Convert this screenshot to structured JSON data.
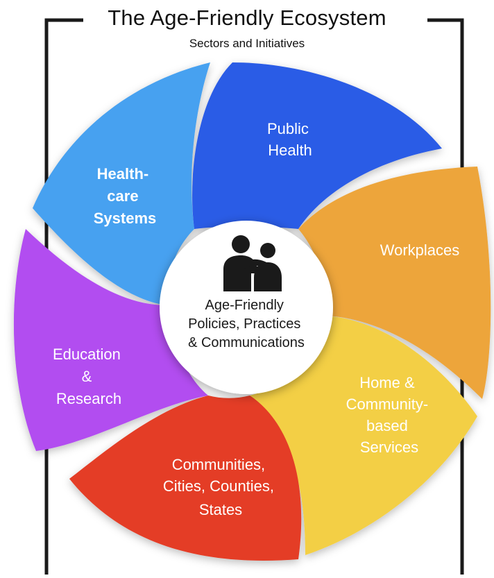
{
  "title": "The Age-Friendly Ecosystem",
  "subtitle": "Sectors and Initiatives",
  "center": {
    "lines": [
      "Age-Friendly",
      "Policies, Practices",
      "& Communications"
    ],
    "icon": "two-people-embracing-icon"
  },
  "sectors": [
    {
      "id": "public-health",
      "lines": [
        "Public",
        "Health"
      ],
      "color": "#2a5ce6"
    },
    {
      "id": "workplaces",
      "lines": [
        "Workplaces"
      ],
      "color": "#eda53a"
    },
    {
      "id": "home-community",
      "lines": [
        "Home &",
        "Community-",
        "based",
        "Services"
      ],
      "color": "#f3cf45"
    },
    {
      "id": "communities",
      "lines": [
        "Communities,",
        "Cities, Counties,",
        "States"
      ],
      "color": "#e43e26"
    },
    {
      "id": "education",
      "lines": [
        "Education",
        "&",
        "Research"
      ],
      "color": "#b24df0"
    },
    {
      "id": "healthcare",
      "lines": [
        "Health-",
        "care",
        "Systems"
      ],
      "color": "#47a1f0"
    }
  ]
}
